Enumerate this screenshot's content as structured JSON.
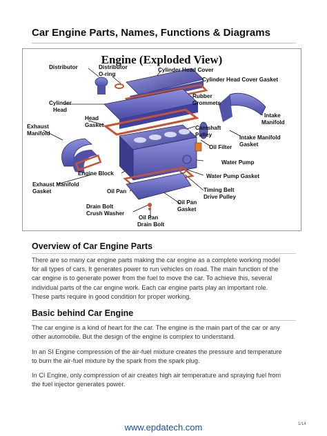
{
  "page": {
    "title": "Car Engine Parts, Names, Functions & Diagrams",
    "footer_url": "www.epdatech.com",
    "page_number": "1/14"
  },
  "figure": {
    "title": "Engine (Exploded View)",
    "labels": {
      "distributor": "Distributor",
      "distributor_oring_1": "Distributor",
      "distributor_oring_2": "O-ring",
      "cylinder_head_cover": "Cylinder Head Cover",
      "cylinder_head_cover_gasket": "Cylinder Head Cover Gasket",
      "rubber_grommets_1": "Rubber",
      "rubber_grommets_2": "Grommets",
      "cylinder_head_1": "Cylinder",
      "cylinder_head_2": "Head",
      "head_gasket_1": "Head",
      "head_gasket_2": "Gasket",
      "intake_manifold_1": "Intake",
      "intake_manifold_2": "Manifold",
      "exhaust_manifold_1": "Exhaust",
      "exhaust_manifold_2": "Manifold",
      "camshaft_pulley_1": "Camshaft",
      "camshaft_pulley_2": "Pulley",
      "intake_manifold_gasket_1": "Intake Manifold",
      "intake_manifold_gasket_2": "Gasket",
      "oil_filter": "Oil Filter",
      "water_pump": "Water Pump",
      "engine_block": "Engine Block",
      "water_pump_gasket": "Water Pump Gasket",
      "exhaust_manifold_gasket_1": "Exhaust Manifold",
      "exhaust_manifold_gasket_2": "Gasket",
      "oil_pan": "Oil Pan",
      "timing_belt_1": "Timing Belt",
      "timing_belt_2": "Drive Pulley",
      "drain_bolt_1": "Drain Bolt",
      "drain_bolt_2": "Crush Washer",
      "oil_pan_gasket_1": "Oil Pan",
      "oil_pan_gasket_2": "Gasket",
      "oil_pan_drain_bolt_1": "Oil Pan",
      "oil_pan_drain_bolt_2": "Drain Bolt"
    }
  },
  "sections": {
    "overview": {
      "heading": "Overview of Car Engine Parts",
      "lines": [
        "There are so many car engine parts making the car engine as a complete working model",
        "for all types of cars. It generates power to run vehicles on road. The main function of the",
        "car engine is to generate power from the fuel to move the car. To achieve this, several",
        "individual parts of the car engine work. Each car engine parts play an important role.",
        "These parts require in good condition for proper working."
      ]
    },
    "basic": {
      "heading": "Basic behind Car Engine",
      "p1_lines": [
        "The car engine is a kind of heart for the car. The engine is the main part of the car or any",
        "other automobile. But the design of the engine is complex to understand."
      ],
      "p2_lines": [
        "In an SI Engine compression of the air-fuel mixture creates the pressure and temperature",
        "to burn the air-fuel mixture by the spark from the spark plug."
      ],
      "p3_lines": [
        "In CI Engine, only compression of air creates high air temperature and spraying fuel from",
        "the fuel injector generates power."
      ]
    }
  },
  "colors": {
    "engine_blue": "#6a6cc4",
    "engine_blue_dark": "#3b3c8e",
    "gasket_orange": "#c8532e",
    "footer_link": "#1c4fa0"
  }
}
